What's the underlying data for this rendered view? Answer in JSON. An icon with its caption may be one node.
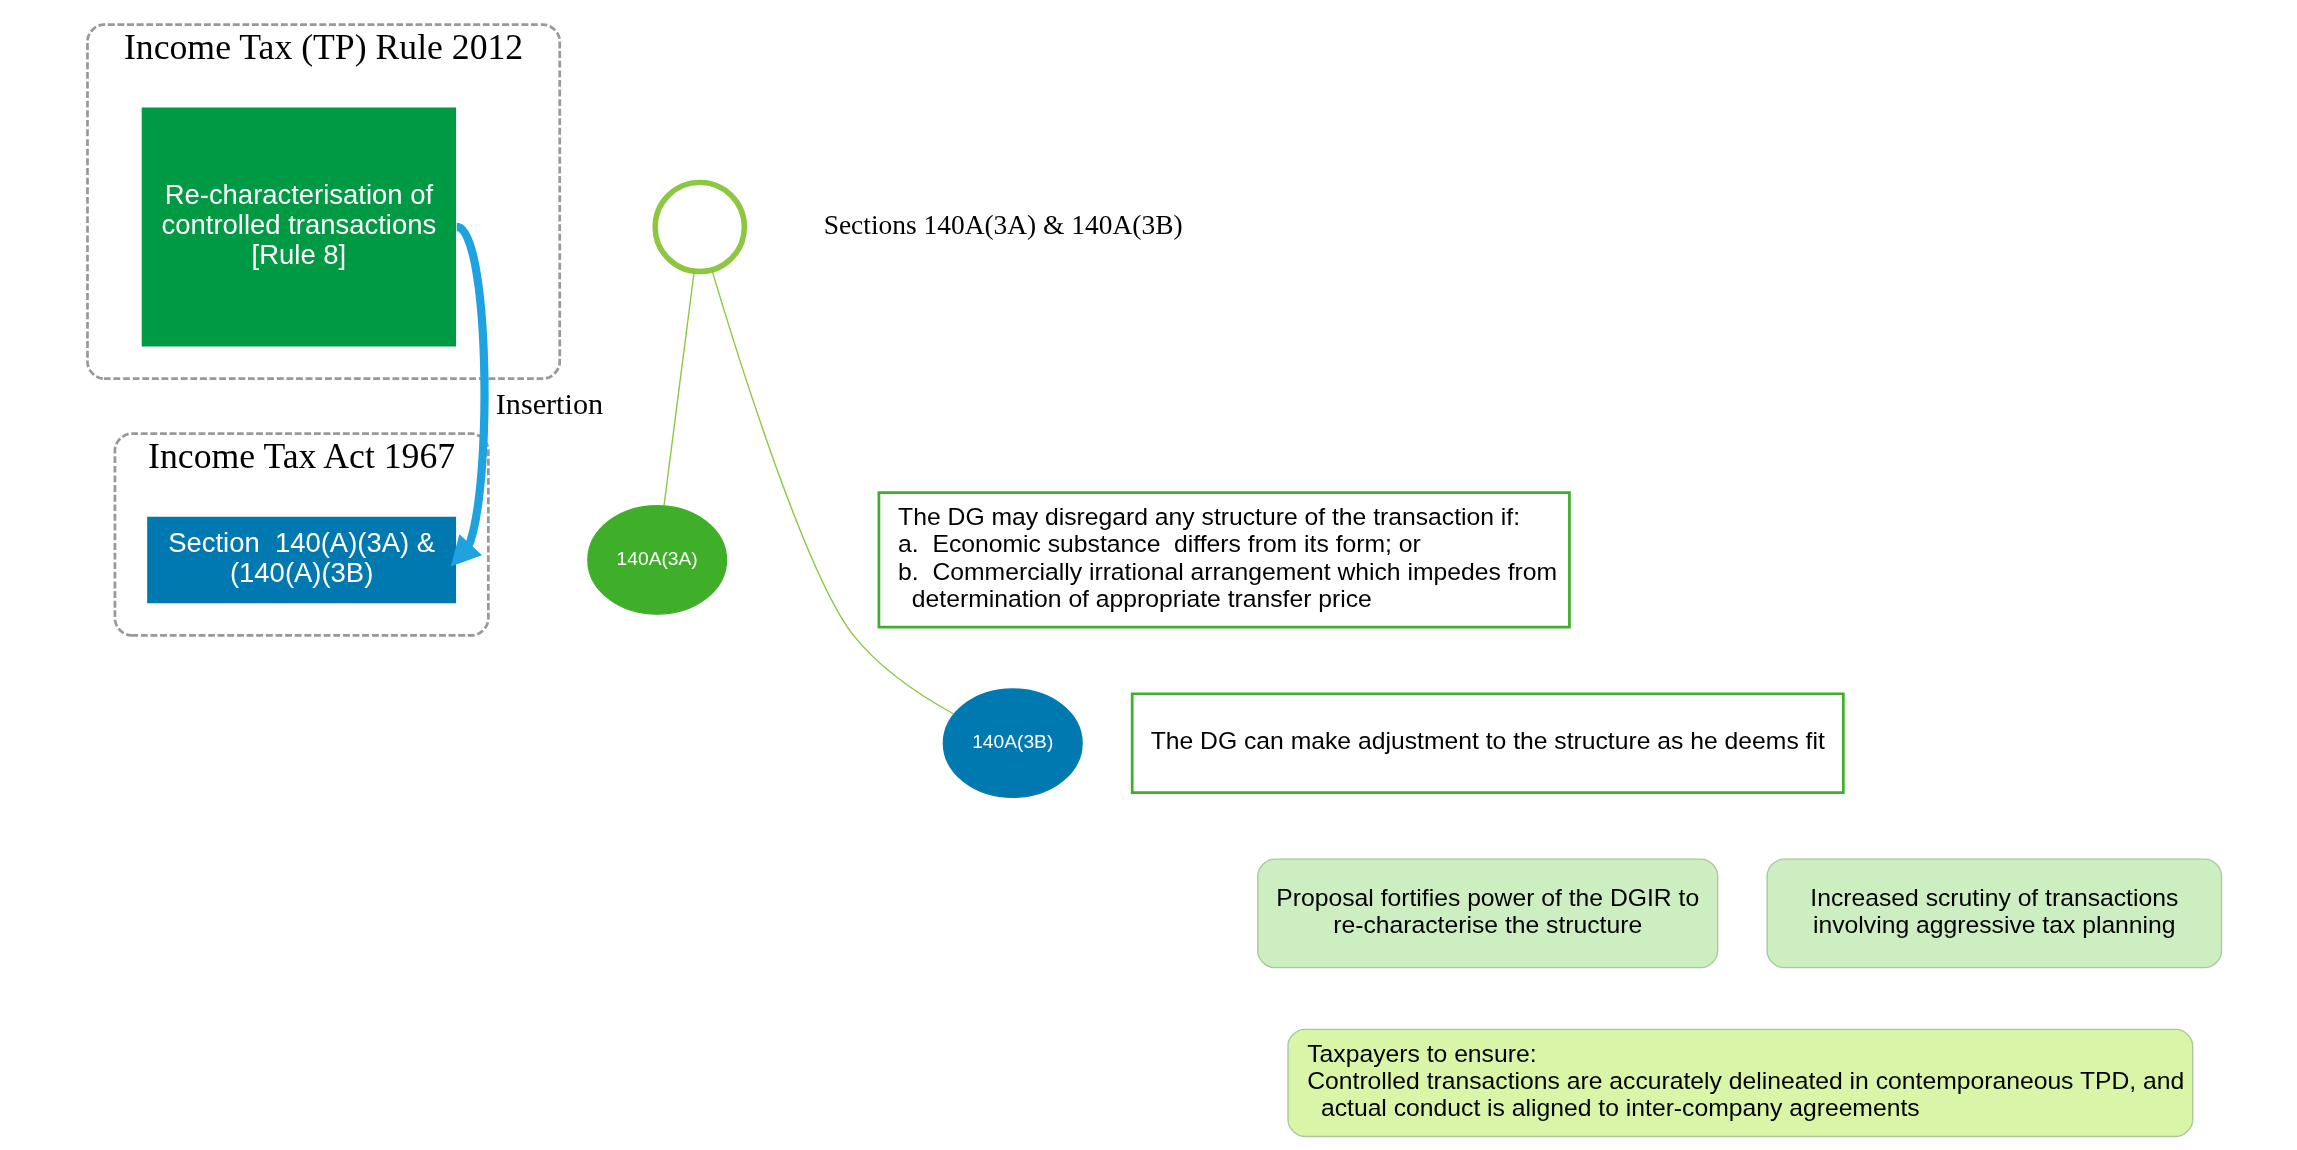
{
  "diagram": {
    "nodes": [
      {
        "text": [
          "Income Tax (TP) Rule 2012"
        ]
      },
      {
        "text": [
          "Re-characterisation of controlled transactions [Rule 8]"
        ],
        "in": 0
      },
      {
        "text": [
          "Income Tax Act 1967"
        ]
      },
      {
        "text": [
          "Section  140(A)(3A) & (140(A)(3B)"
        ],
        "in": 2
      },
      {
        "text": [],
        "shape": "circle",
        "beside": [
          "Sections 140A(3A) & 140A(3B)"
        ]
      },
      {
        "text": [
          "140A(3A)"
        ]
      },
      {
        "text": [
          "The DG may disregard any structure of the transaction if:",
          "a.  Economic substance  differs from its form; or",
          "b.  Commercially irrational arrangement which impedes from determination of appropriate transfer price"
        ]
      },
      {
        "text": [
          "140A(3B)"
        ]
      },
      {
        "text": [
          "The DG can make adjustment to the structure as he deems fit"
        ]
      },
      {
        "text": [
          "Proposal fortifies power of the DGIR to re-characterise the structure"
        ]
      },
      {
        "text": [
          "Increased scrutiny of transactions involving aggressive tax planning"
        ]
      },
      {
        "text": [
          "Taxpayers to ensure:",
          "Controlled transactions are accurately delineated in contemporaneous TPD, and actual conduct is aligned to inter-company agreements"
        ]
      }
    ],
    "edges": [
      {
        "from": 1,
        "to": 3,
        "arrow": "to",
        "label": "Insertion",
        "style": "thick",
        "color": "#1fa3e0"
      },
      {
        "from": 4,
        "to": 5,
        "arrow": "none",
        "color": "#8dc63f"
      },
      {
        "from": 4,
        "to": 7,
        "arrow": "none",
        "color": "#8dc63f"
      }
    ]
  }
}
